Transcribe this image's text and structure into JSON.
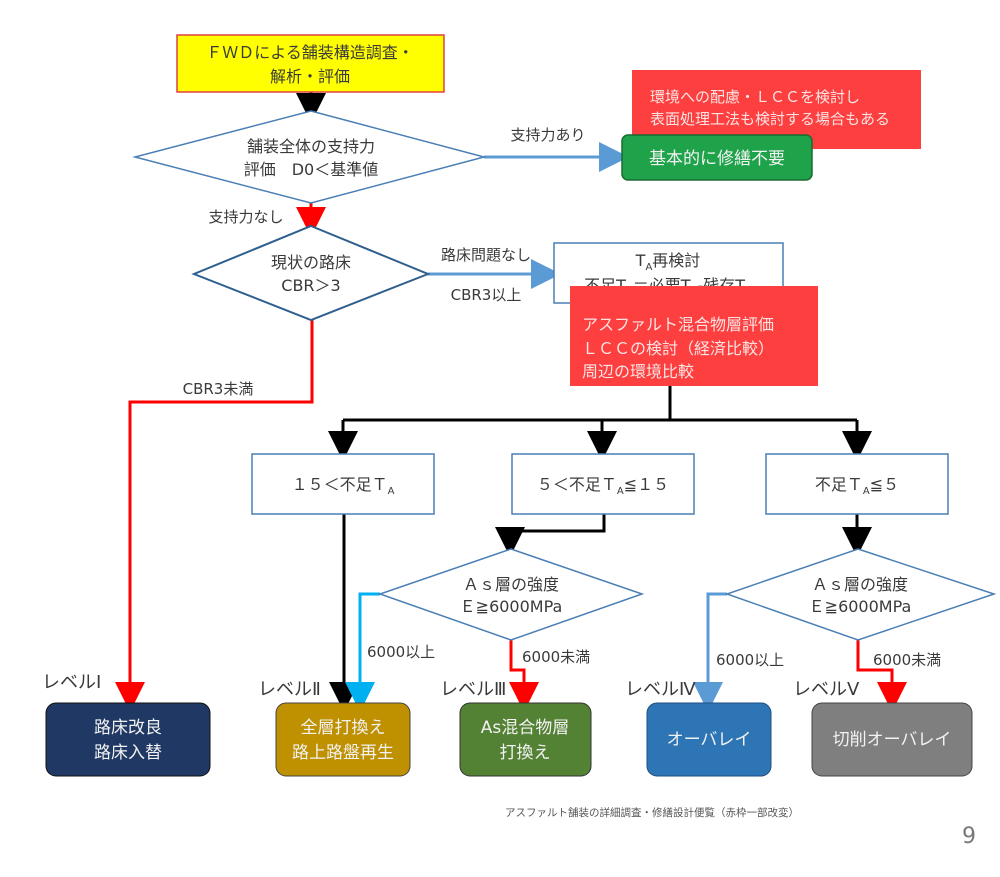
{
  "diagram": {
    "start_box": {
      "line1": "ＦＷＤによる舗装構造調査・",
      "line2": "解析・評価",
      "fill": "#ffff00",
      "border": "#e04040"
    },
    "decision_overall": {
      "line1": "舗装全体の支持力",
      "line2": "評価　D0＜基準値"
    },
    "edge_support_yes": "支持力あり",
    "edge_support_no": "支持力なし",
    "note_env": {
      "line1": "環境への配慮・ＬＣＣを検討し",
      "line2": "表面処理工法も検討する場合もある",
      "fill": "#fd3f3f"
    },
    "result_no_repair": {
      "label": "基本的に修繕不要",
      "fill": "#1fa34a"
    },
    "decision_subgrade": {
      "line1": "現状の路床",
      "line2": "CBR＞3"
    },
    "edge_subgrade_ok": "路床問題なし",
    "edge_cbr_over": "CBR3以上",
    "edge_cbr_under": "CBR3未満",
    "ta_box": {
      "line1": "T",
      "line1_sub": "A",
      "line1_rest": "再検討",
      "line2": "不足T",
      "line2_sub1": "A",
      "line2_mid": "＝必要T",
      "line2_sub2": "A",
      "line2_mid2": "-残存T",
      "line2_sub3": "A"
    },
    "note_asphalt": {
      "line1": "アスファルト混合物層評価",
      "line2": "ＬＣＣの検討（経済比較）",
      "line3": "周辺の環境比較",
      "fill": "#fd3f3f"
    },
    "range_boxes": [
      {
        "pre": "１５＜不足Ｔ",
        "sub": "A",
        "post": ""
      },
      {
        "pre": "５＜不足Ｔ",
        "sub": "A",
        "post": "≦１５"
      },
      {
        "pre": "不足Ｔ",
        "sub": "A",
        "post": "≦５"
      }
    ],
    "decision_as_layer": [
      {
        "line1": "Ａｓ層の強度",
        "line2": "Ｅ≧6000MPa"
      },
      {
        "line1": "Ａｓ層の強度",
        "line2": "Ｅ≧6000MPa"
      }
    ],
    "edge_6000_over": "6000以上",
    "edge_6000_under": "6000未満",
    "levels": [
      {
        "label": "レベルⅠ",
        "line1": "路床改良",
        "line2": "路床入替",
        "fill": "#1f3864"
      },
      {
        "label": "レベルⅡ",
        "line1": "全層打換え",
        "line2": "路上路盤再生",
        "fill": "#bf9000"
      },
      {
        "label": "レベルⅢ",
        "line1": "As混合物層",
        "line2": "打換え",
        "fill": "#548235"
      },
      {
        "label": "レベルⅣ",
        "line1": "オーバレイ",
        "line2": "",
        "fill": "#2e75b6"
      },
      {
        "label": "レベルⅤ",
        "line1": "切削オーバレイ",
        "line2": "",
        "fill": "#7f7f7f"
      }
    ],
    "colors": {
      "decision_border": "#4a7fb5",
      "edge_black": "#000000",
      "edge_red": "#ff0000",
      "edge_blue": "#5b9bd5",
      "edge_cyan": "#00b0f0"
    }
  },
  "footer": {
    "source": "アスファルト舗装の詳細調査・修繕設計便覧（赤枠一部改変）",
    "page_number": "9"
  }
}
